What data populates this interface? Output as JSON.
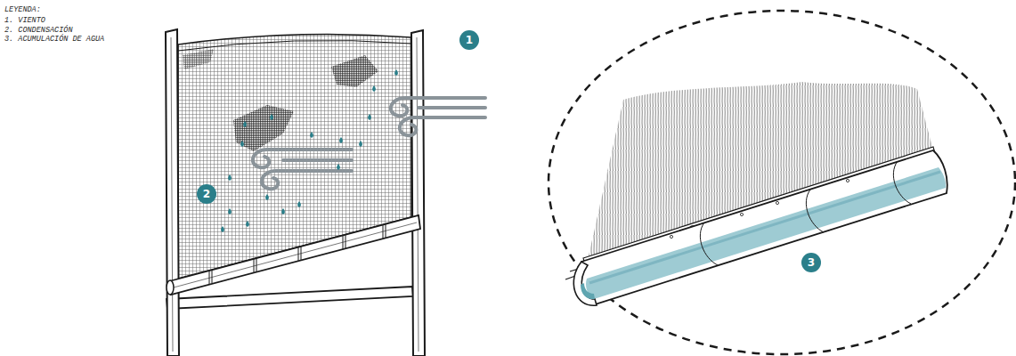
{
  "diagram": {
    "nodes": [
      {
        "text": [
          "1"
        ]
      },
      {
        "text": [
          "2"
        ]
      },
      {
        "text": [
          "3"
        ]
      }
    ],
    "labels": [
      "LEYENDA:"
    ],
    "legend": [
      {
        "text": "1. VIENTO"
      },
      {
        "text": "2. CONDENSACIÓN"
      },
      {
        "text": "3. ACUMULACIÓN DE AGUA"
      }
    ]
  }
}
